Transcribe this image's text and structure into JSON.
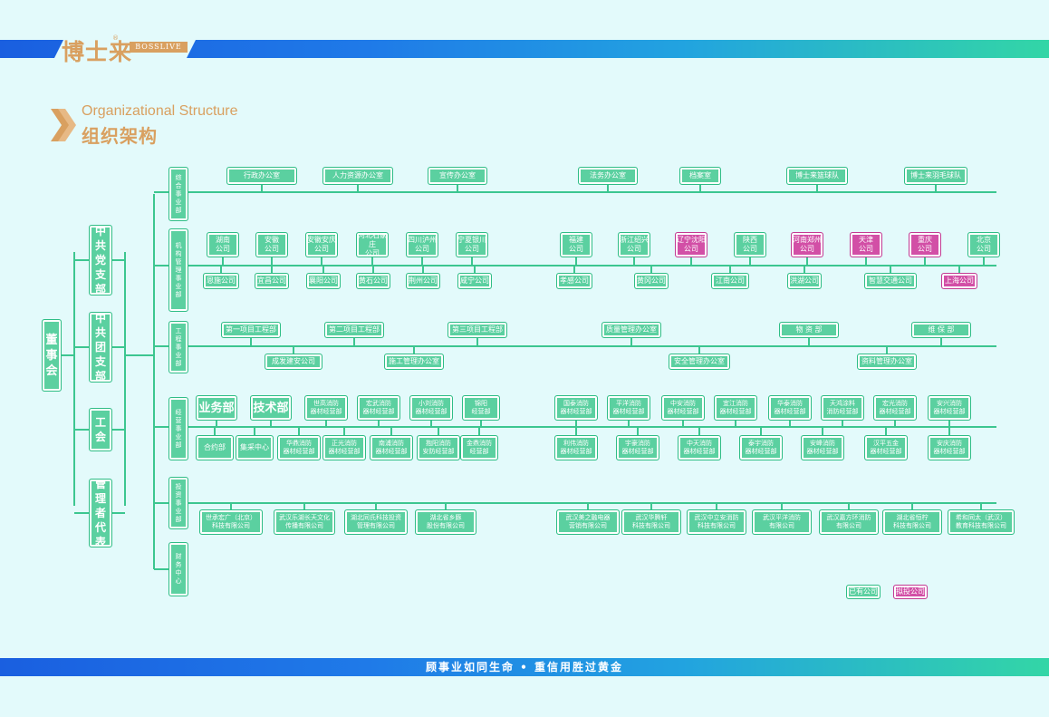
{
  "brand": {
    "logo_cn": "博士来",
    "logo_en": "BOSSLIVE",
    "registered_mark": "®",
    "colors": {
      "gold": "#d9a060",
      "green": "#5bd0a0",
      "pink": "#d24fa6",
      "blue": "#1f7ae8"
    }
  },
  "header": {
    "title_en": "Organizational  Structure",
    "title_cn": "组织架构"
  },
  "footer": {
    "slogan": "顾事业如同生命 • 重信用胜过黄金"
  },
  "nodes": {
    "board": "董\n事\n会",
    "party": "中\n共\n党\n支\n部",
    "youth": "中\n共\n团\n支\n部",
    "union": "工\n会",
    "mgmt_rep": "管\n理\n者\n代\n表",
    "d1": "综\n合\n事\n业\n部",
    "d2": "机\n构\n管\n理\n事\n业\n部",
    "d3": "工\n程\n事\n业\n部",
    "d4": "经\n营\n事\n业\n部",
    "d5": "投\n资\n事\n业\n部",
    "d6": "财\n务\n中\n心",
    "d1_children": [
      "行政办公室",
      "人力资源办公室",
      "宣传办公室",
      "法务办公室",
      "档案室",
      "博士来篮球队",
      "博士来羽毛球队"
    ],
    "d2_top": [
      "湖南\n公司",
      "安徽\n公司",
      "安徽安庆\n公司",
      "河北石家庄\n公司",
      "四川泸州\n公司",
      "宁夏银川\n公司",
      "福建\n公司",
      "浙江绍兴\n公司",
      "辽宁沈阳\n公司",
      "陕西\n公司",
      "河南郑州\n公司",
      "天津\n公司",
      "重庆\n公司",
      "北京\n公司"
    ],
    "d2_bottom": [
      "恩施公司",
      "宜昌公司",
      "襄阳公司",
      "黄石公司",
      "荆州公司",
      "咸宁公司",
      "孝感公司",
      "黄冈公司",
      "江南公司",
      "洪湖公司",
      "智慧交通公司",
      "上海公司"
    ],
    "d3_top": [
      "第一项目工程部",
      "第二项目工程部",
      "第三项目工程部",
      "质量管理办公室",
      "物  资  部",
      "维  保  部"
    ],
    "d3_bottom": [
      "成发建安公司",
      "施工管理办公室",
      "安全管理办公室",
      "资料管理办公室"
    ],
    "d4_top": [
      "业务部",
      "技术部",
      "世高消防\n器材经营部",
      "宏武消防\n器材经营部",
      "小刘消防\n器材经营部",
      "锦阳\n经营部",
      "国泰消防\n器材经营部",
      "平洋消防\n器材经营部",
      "中安消防\n器材经营部",
      "宜江消防\n器材经营部",
      "华泰消防\n器材经营部",
      "天鸿涂料\n消防经营部",
      "宏光消防\n器材经营部",
      "安兴消防\n器材经营部"
    ],
    "d4_bottom": [
      "合约部",
      "集采中心",
      "华鼎消防\n器材经营部",
      "正光消防\n器材经营部",
      "南浦消防\n器材经营部",
      "抱阳消防\n安防经营部",
      "金鼎消防\n经营部",
      "利伟消防\n器材经营部",
      "宇豪消防\n器材经营部",
      "中天消防\n器材经营部",
      "泰宇消防\n器材经营部",
      "安峰消防\n器材经营部",
      "汉平五金\n器材经营部",
      "安庆消防\n器材经营部"
    ],
    "d5_children": [
      "世承宏广（北京）\n科技有限公司",
      "武汉乐湖长天文化\n传播有限公司",
      "湖北同氏科技投资\n管理有限公司",
      "湖北省乡豚\n股份有限公司",
      "武汉美之融电器\n营销有限公司",
      "武汉华腾轩\n科技有限公司",
      "武汉中立安消防\n科技有限公司",
      "武汉平洋消防\n有限公司",
      "武汉嘉方环消防\n有限公司",
      "湖北省恒柠\n科技有限公司",
      "希和同太（武汉）\n教育科技有限公司"
    ]
  },
  "legend": {
    "owned": "已有公司",
    "planned": "拟投公司"
  }
}
